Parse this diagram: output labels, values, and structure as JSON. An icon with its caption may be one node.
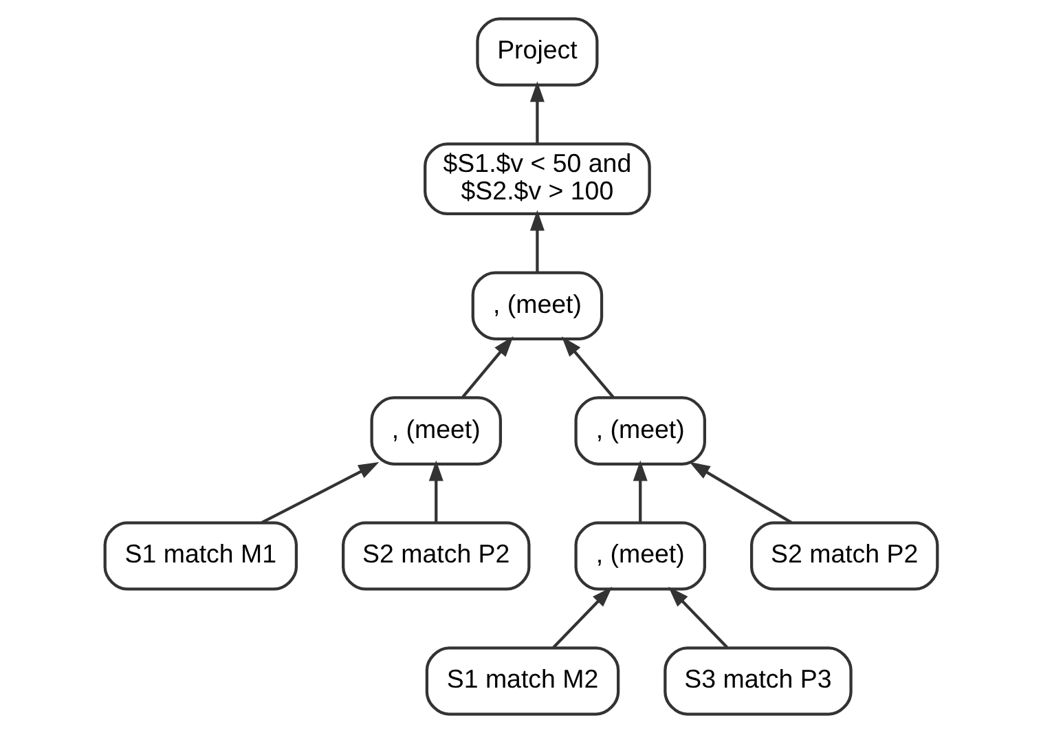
{
  "diagram": {
    "nodes": [
      {
        "text": [
          "Project"
        ]
      },
      {
        "text": [
          "$S1.$v < 50 and $S2.$v > 100"
        ]
      },
      {
        "text": [
          ", (meet)"
        ]
      },
      {
        "text": [
          ", (meet)"
        ]
      },
      {
        "text": [
          ", (meet)"
        ]
      },
      {
        "text": [
          "S1 match M1"
        ]
      },
      {
        "text": [
          "S2 match P2"
        ]
      },
      {
        "text": [
          ", (meet)"
        ]
      },
      {
        "text": [
          "S2 match P2"
        ]
      },
      {
        "text": [
          "S1 match M2"
        ]
      },
      {
        "text": [
          "S3 match P3"
        ]
      }
    ],
    "edges": [
      {
        "from": 1,
        "to": 0,
        "arrow": "to"
      },
      {
        "from": 2,
        "to": 1,
        "arrow": "to"
      },
      {
        "from": 3,
        "to": 2,
        "arrow": "to"
      },
      {
        "from": 4,
        "to": 2,
        "arrow": "to"
      },
      {
        "from": 5,
        "to": 3,
        "arrow": "to"
      },
      {
        "from": 6,
        "to": 3,
        "arrow": "to"
      },
      {
        "from": 7,
        "to": 4,
        "arrow": "to"
      },
      {
        "from": 8,
        "to": 4,
        "arrow": "to"
      },
      {
        "from": 9,
        "to": 7,
        "arrow": "to"
      },
      {
        "from": 10,
        "to": 7,
        "arrow": "to"
      }
    ]
  }
}
